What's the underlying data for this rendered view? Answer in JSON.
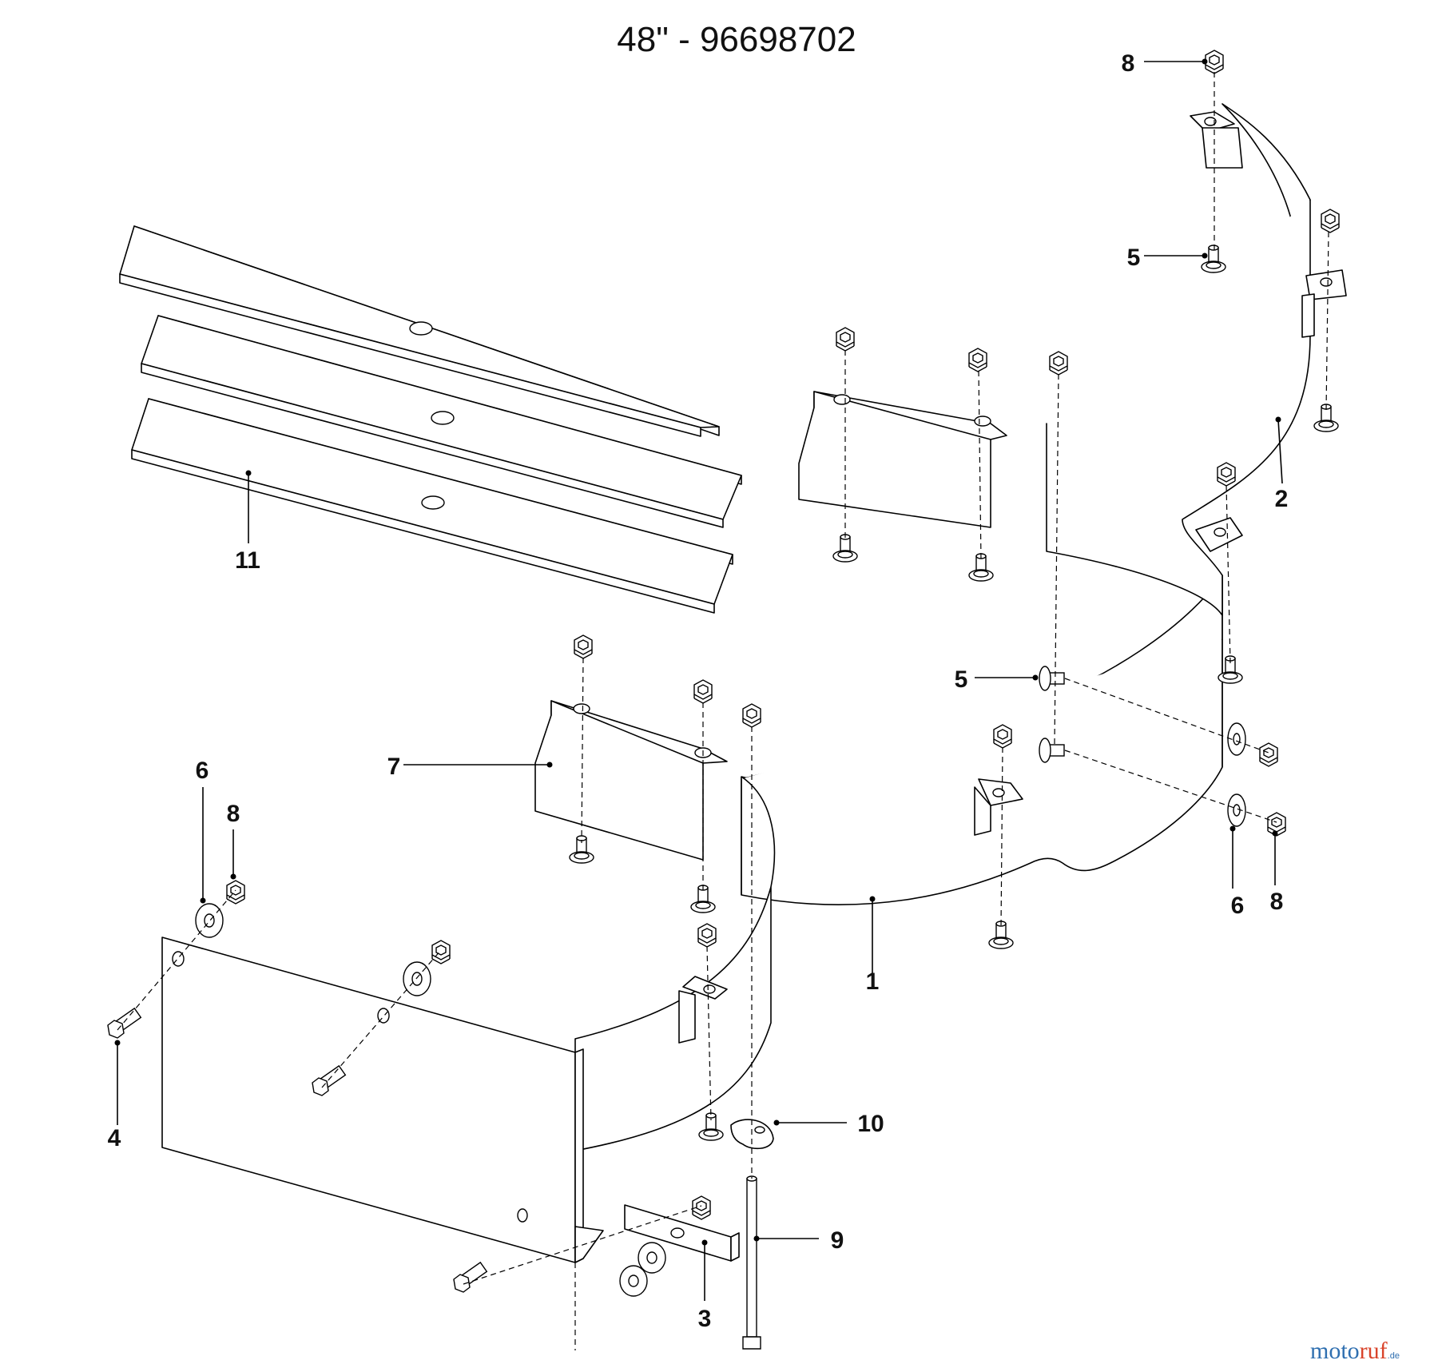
{
  "title": "48\" - 96698702",
  "callouts": {
    "c1": "1",
    "c2": "2",
    "c3": "3",
    "c4": "4",
    "c5": "5",
    "c6": "6",
    "c7": "7",
    "c8": "8",
    "c9": "9",
    "c10": "10",
    "c11": "11"
  },
  "watermark": {
    "part_a": "moto",
    "part_b": "ruf",
    "suffix": ".de"
  },
  "icons": {
    "nut": "hex-nut-icon",
    "bolt": "carriage-bolt-icon",
    "washer": "flat-washer-icon"
  }
}
